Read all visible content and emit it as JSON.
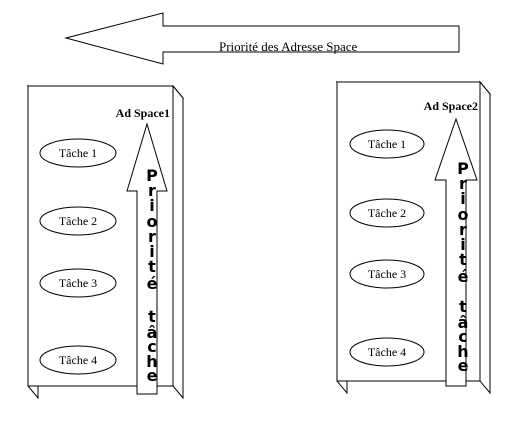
{
  "top_arrow": {
    "label": "Priorité des  Adresse Space"
  },
  "spaces": [
    {
      "title": "Ad Space1",
      "tasks": [
        "Tâche 1",
        "Tâche 2",
        "Tâche 3",
        "Tâche 4"
      ],
      "arrow_label": [
        "P",
        "r",
        "i",
        "o",
        "r",
        "i",
        "t",
        "é",
        "",
        "t",
        "â",
        "c",
        "h",
        "e"
      ]
    },
    {
      "title": "Ad Space2",
      "tasks": [
        "Tâche 1",
        "Tâche 2",
        "Tâche 3",
        "Tâche 4"
      ],
      "arrow_label": [
        "P",
        "r",
        "i",
        "o",
        "r",
        "i",
        "t",
        "é",
        "",
        "t",
        "â",
        "c",
        "h",
        "e"
      ]
    }
  ]
}
